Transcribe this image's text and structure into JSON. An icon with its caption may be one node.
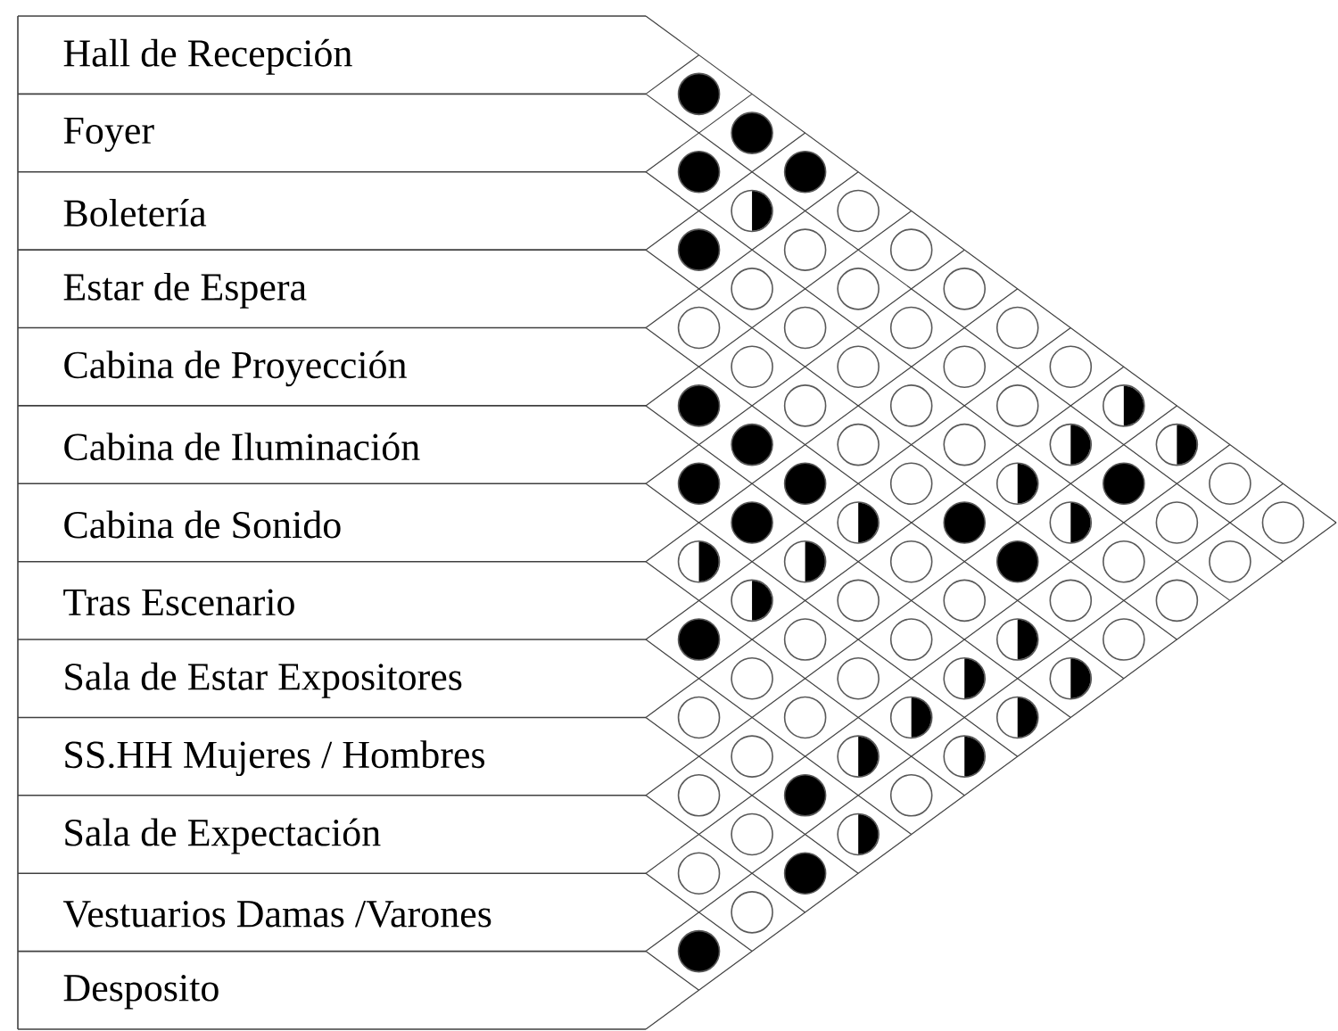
{
  "diagram": {
    "nodes": [
      {
        "text": [
          "Hall de Recepción"
        ]
      },
      {
        "text": [
          "Foyer"
        ]
      },
      {
        "text": [
          "Boletería"
        ]
      },
      {
        "text": [
          "Estar de Espera"
        ]
      },
      {
        "text": [
          "Cabina de Proyección"
        ]
      },
      {
        "text": [
          "Cabina de Iluminación"
        ]
      },
      {
        "text": [
          "Cabina de Sonido"
        ]
      },
      {
        "text": [
          "Tras Escenario"
        ]
      },
      {
        "text": [
          "Sala de Estar Expositores"
        ]
      },
      {
        "text": [
          "SS.HH Mujeres / Hombres"
        ]
      },
      {
        "text": [
          "Sala de Expectación"
        ]
      },
      {
        "text": [
          "Vestuarios Damas /Varones"
        ]
      },
      {
        "text": [
          "Desposito"
        ]
      },
      {
        "text": [],
        "shape": "dot"
      },
      {
        "text": [],
        "shape": "dot"
      },
      {
        "text": [],
        "shape": "dot"
      },
      {
        "text": [],
        "shape": "dot"
      },
      {
        "text": [],
        "shape": "half-circle"
      },
      {
        "text": [],
        "shape": "circle"
      },
      {
        "text": [],
        "shape": "dot"
      },
      {
        "text": [],
        "shape": "circle"
      },
      {
        "text": [],
        "shape": "circle"
      },
      {
        "text": [],
        "shape": "circle"
      },
      {
        "text": [],
        "shape": "circle"
      },
      {
        "text": [],
        "shape": "circle"
      },
      {
        "text": [],
        "shape": "circle"
      },
      {
        "text": [],
        "shape": "circle"
      },
      {
        "text": [],
        "shape": "circle"
      },
      {
        "text": [],
        "shape": "circle"
      },
      {
        "text": [],
        "shape": "circle"
      },
      {
        "text": [],
        "shape": "circle"
      },
      {
        "text": [],
        "shape": "circle"
      },
      {
        "text": [],
        "shape": "circle"
      },
      {
        "text": [],
        "shape": "dot"
      },
      {
        "text": [],
        "shape": "circle"
      },
      {
        "text": [],
        "shape": "circle"
      },
      {
        "text": [],
        "shape": "circle"
      },
      {
        "text": [],
        "shape": "half-circle"
      },
      {
        "text": [],
        "shape": "dot"
      },
      {
        "text": [],
        "shape": "circle"
      },
      {
        "text": [],
        "shape": "circle"
      },
      {
        "text": [],
        "shape": "half-circle"
      },
      {
        "text": [],
        "shape": "half-circle"
      },
      {
        "text": [],
        "shape": "dot"
      },
      {
        "text": [],
        "shape": "dot"
      },
      {
        "text": [],
        "shape": "circle"
      },
      {
        "text": [],
        "shape": "half-circle"
      },
      {
        "text": [],
        "shape": "dot"
      },
      {
        "text": [],
        "shape": "circle"
      },
      {
        "text": [],
        "shape": "dot"
      },
      {
        "text": [],
        "shape": "half-circle"
      },
      {
        "text": [],
        "shape": "dot"
      },
      {
        "text": [],
        "shape": "half-circle"
      },
      {
        "text": [],
        "shape": "circle"
      },
      {
        "text": [],
        "shape": "circle"
      },
      {
        "text": [],
        "shape": "half-circle"
      },
      {
        "text": [],
        "shape": "half-circle"
      },
      {
        "text": [],
        "shape": "circle"
      },
      {
        "text": [],
        "shape": "dot"
      },
      {
        "text": [],
        "shape": "circle"
      },
      {
        "text": [],
        "shape": "circle"
      },
      {
        "text": [],
        "shape": "half-circle"
      },
      {
        "text": [],
        "shape": "circle"
      },
      {
        "text": [],
        "shape": "circle"
      },
      {
        "text": [],
        "shape": "circle"
      },
      {
        "text": [],
        "shape": "circle"
      },
      {
        "text": [],
        "shape": "dot"
      },
      {
        "text": [],
        "shape": "circle"
      },
      {
        "text": [],
        "shape": "circle"
      },
      {
        "text": [],
        "shape": "half-circle"
      },
      {
        "text": [],
        "shape": "circle"
      },
      {
        "text": [],
        "shape": "circle"
      },
      {
        "text": [],
        "shape": "circle"
      },
      {
        "text": [],
        "shape": "half-circle"
      },
      {
        "text": [],
        "shape": "half-circle"
      },
      {
        "text": [],
        "shape": "circle"
      },
      {
        "text": [],
        "shape": "circle"
      },
      {
        "text": [],
        "shape": "half-circle"
      },
      {
        "text": [],
        "shape": "half-circle"
      },
      {
        "text": [],
        "shape": "circle"
      },
      {
        "text": [],
        "shape": "half-circle"
      },
      {
        "text": [],
        "shape": "half-circle"
      },
      {
        "text": [],
        "shape": "circle"
      },
      {
        "text": [],
        "shape": "dot"
      },
      {
        "text": [],
        "shape": "circle"
      },
      {
        "text": [],
        "shape": "circle"
      },
      {
        "text": [],
        "shape": "half-circle"
      },
      {
        "text": [],
        "shape": "circle"
      },
      {
        "text": [],
        "shape": "dot"
      },
      {
        "text": [],
        "shape": "circle"
      },
      {
        "text": [],
        "shape": "dot"
      }
    ]
  }
}
